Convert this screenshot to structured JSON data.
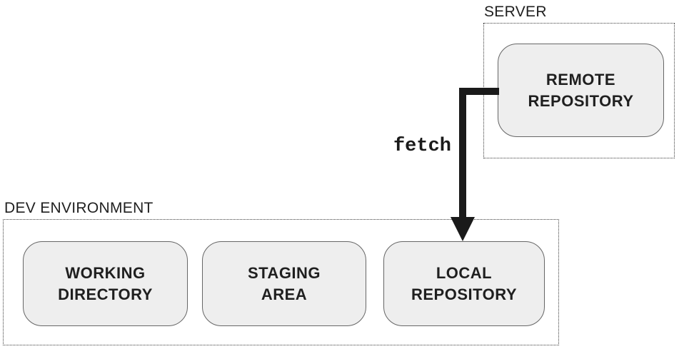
{
  "colors": {
    "background": "#ffffff",
    "node_fill": "#eeeeee",
    "node_border": "#666666",
    "group_border": "#3d3d3d",
    "text": "#1f1f1f",
    "arrow": "#1a1a1a"
  },
  "groups": {
    "server": {
      "label": "SERVER",
      "nodes": [
        {
          "id": "remote-repository",
          "line1": "REMOTE",
          "line2": "REPOSITORY"
        }
      ]
    },
    "dev_environment": {
      "label": "DEV ENVIRONMENT",
      "nodes": [
        {
          "id": "working-directory",
          "line1": "WORKING",
          "line2": "DIRECTORY"
        },
        {
          "id": "staging-area",
          "line1": "STAGING",
          "line2": "AREA"
        },
        {
          "id": "local-repository",
          "line1": "LOCAL",
          "line2": "REPOSITORY"
        }
      ]
    }
  },
  "arrow": {
    "label": "fetch",
    "from": "remote-repository",
    "to": "local-repository"
  }
}
